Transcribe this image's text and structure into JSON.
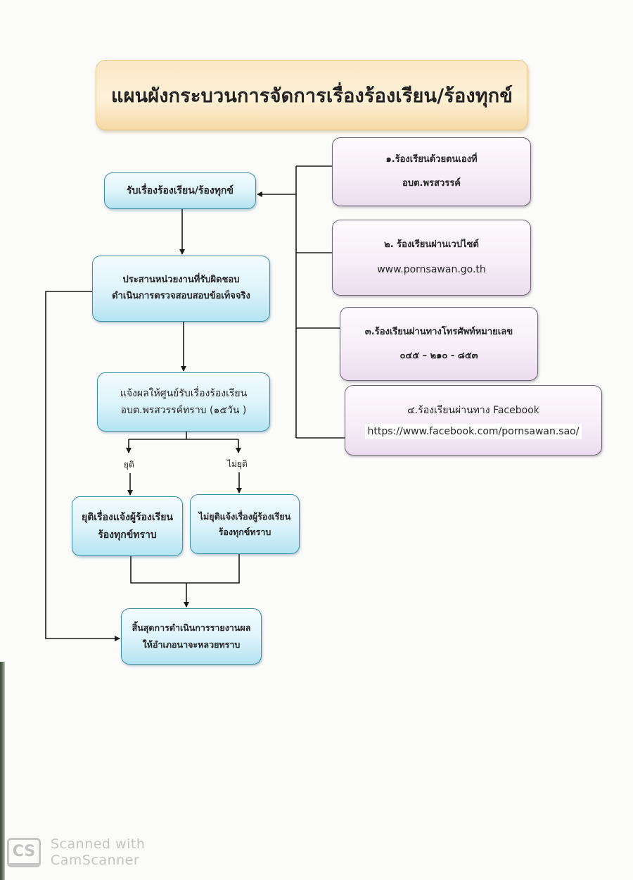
{
  "title": "แผนผังกระบวนการจัดการเรื่องร้องเรียน/ร้องทุกข์",
  "process": {
    "receive": [
      "รับเรื่องร้องเรียน/ร้องทุกข์"
    ],
    "coordinate": [
      "ประสานหน่วยงานที่รับผิดชอบ",
      "ดำเนินการตรวจสอบสอบข้อเท็จจริง"
    ],
    "notify_center": [
      "แจ้งผลให้ศูนย์รับเรื่องร้องเรียน",
      "อบต.พรสวรรค์ทราบ (๑๕วัน )"
    ],
    "branch_labels": {
      "resolved": "ยุติ",
      "unresolved": "ไม่ยุติ"
    },
    "resolved": [
      "ยุติเรื่องแจ้งผู้ร้องเรียน",
      "ร้องทุกข์ทราบ"
    ],
    "unresolved": [
      "ไม่ยุติแจ้งเรื่องผู้ร้องเรียน",
      "ร้องทุกข์ทราบ"
    ],
    "final": [
      "สิ้นสุดการดำเนินการรายงานผล",
      "ให้อำเภอนาจะหลวยทราบ"
    ]
  },
  "channels": [
    {
      "line1": "๑.ร้องเรียนด้วยตนเองที่",
      "line2": "อบต.พรสวรรค์"
    },
    {
      "line1": "๒. ร้องเรียนผ่านเวปไซต์",
      "line2": "www.pornsawan.go.th"
    },
    {
      "line1": "๓.ร้องเรียนผ่านทางโทรศัพท์หมายเลข",
      "line2": "๐๔๕ – ๒๑๐ - ๘๕๓"
    },
    {
      "line1": "๔.ร้องเรียนผ่านทาง Facebook",
      "line2": "https://www.facebook.com/pornsawan.sao/"
    }
  ],
  "watermark": {
    "logo": "CS",
    "line1": "Scanned with",
    "line2": "CamScanner"
  },
  "colors": {
    "title_fill": "#fbe7c6",
    "process_fill": "#dff4fb",
    "process_border": "#3f8ea4",
    "channel_fill": "#f6eef7",
    "line": "#1a1a1a"
  }
}
